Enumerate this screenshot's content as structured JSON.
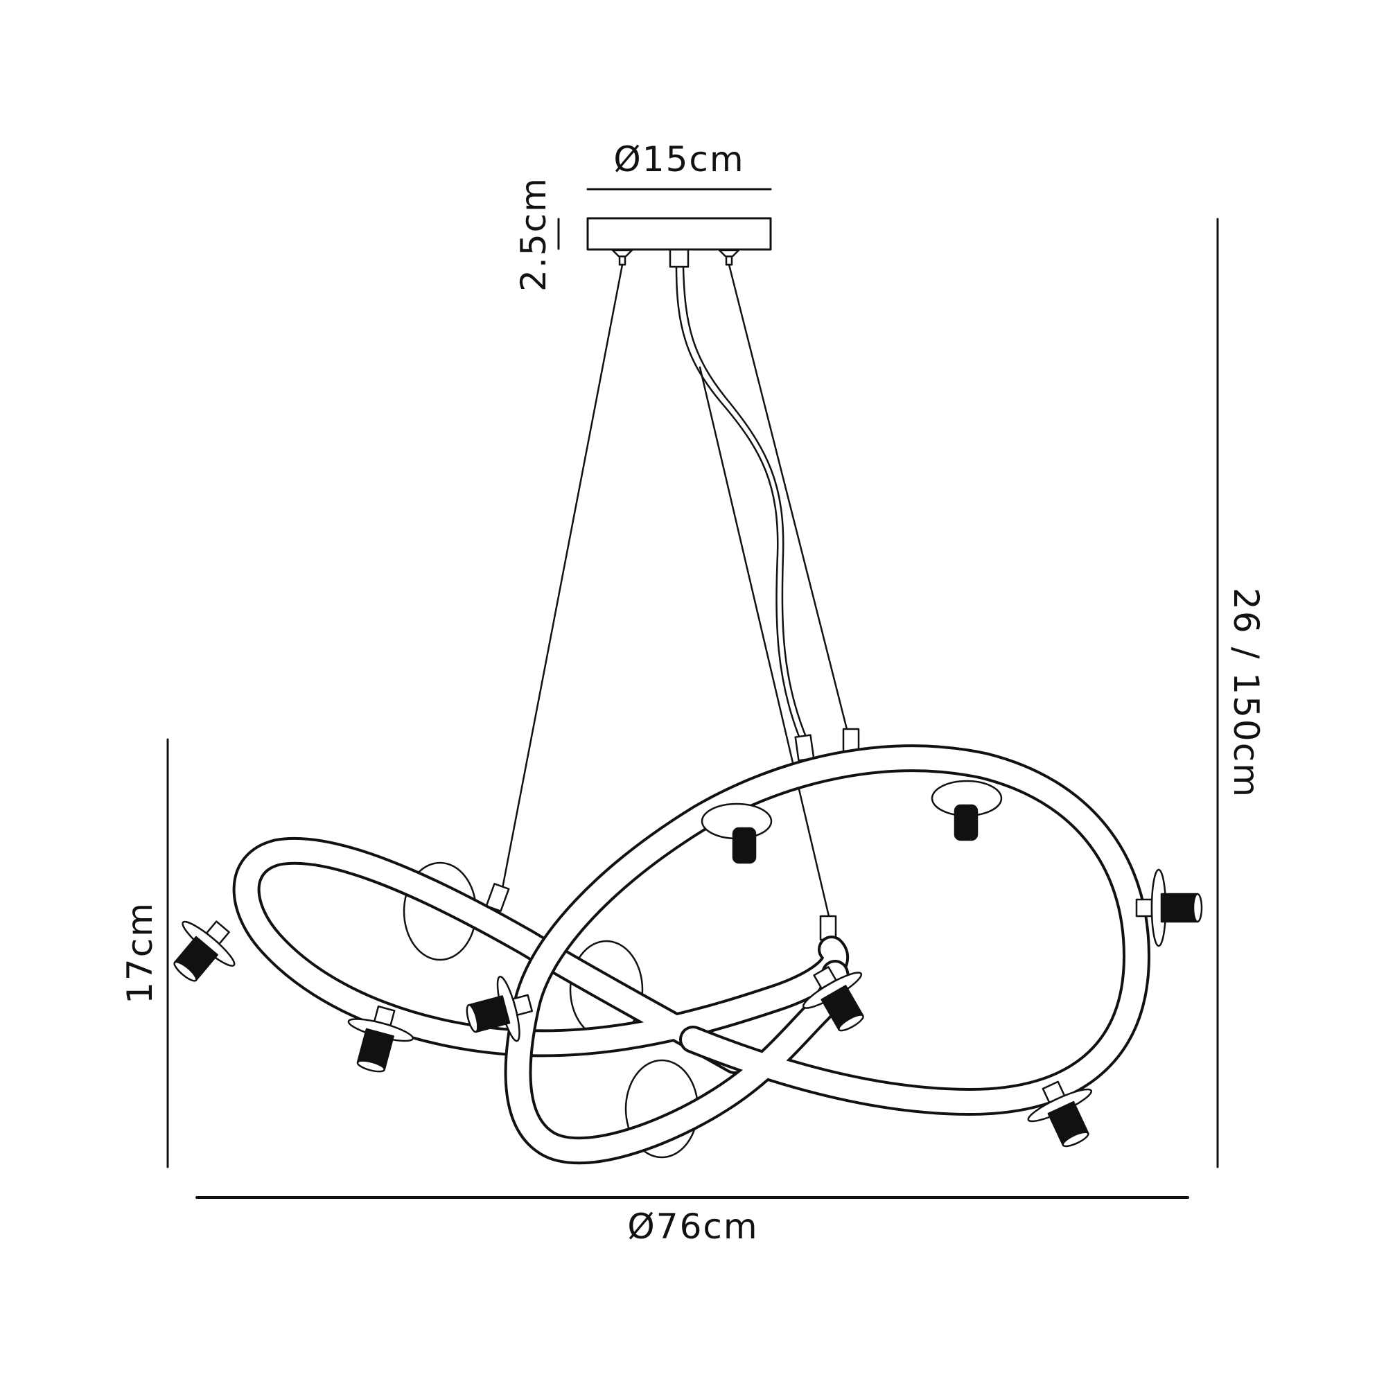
{
  "drawing": {
    "subject": "pendant light fitting line drawing with dimensions",
    "line_color": "#111111",
    "background": "#ffffff"
  },
  "dimensions": {
    "canopy_diameter": "Ø15cm",
    "canopy_height": "2.5cm",
    "overall_height": "26 / 150cm",
    "fitting_height": "17cm",
    "fitting_diameter": "Ø76cm"
  }
}
